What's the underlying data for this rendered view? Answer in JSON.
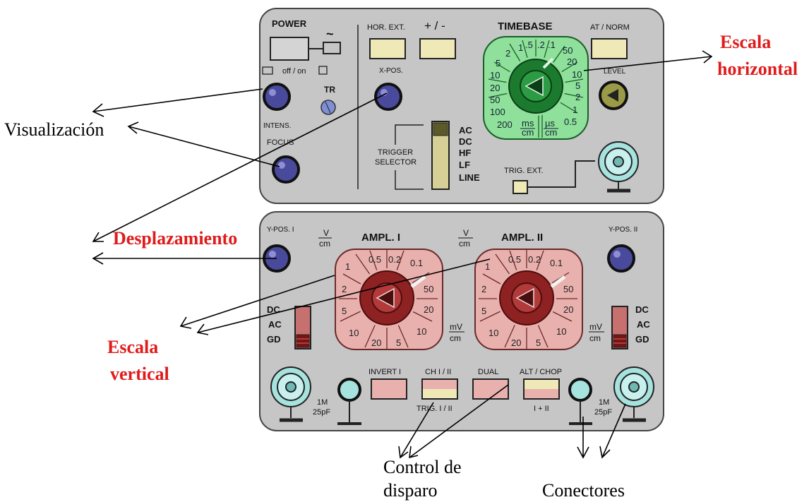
{
  "top_panel": {
    "power": "POWER",
    "off_on": "off / on",
    "tilde": "~",
    "tr": "TR",
    "intens": "INTENS.",
    "focus": "FOCUS",
    "hor_ext": "HOR. EXT.",
    "plus_minus": "+ / -",
    "x_pos": "X-POS.",
    "trigger_selector": [
      "TRIGGER",
      "SELECTOR"
    ],
    "trigger_modes": [
      "AC",
      "DC",
      "HF",
      "LF",
      "LINE"
    ],
    "timebase": "TIMEBASE",
    "timebase_scale": [
      "1",
      ".5",
      ".2",
      ".1",
      "50",
      "20",
      "10",
      "5",
      "2",
      "1",
      "0.5",
      "2",
      "5",
      "10",
      "20",
      "50",
      "100",
      "200"
    ],
    "ms_cm": [
      "ms",
      "cm"
    ],
    "us_cm": [
      "µs",
      "cm"
    ],
    "at_norm": "AT / NORM",
    "level": "LEVEL",
    "trig_ext": "TRIG. EXT."
  },
  "bottom_panel": {
    "y_pos_1": "Y-POS. I",
    "y_pos_2": "Y-POS. II",
    "v_cm": [
      "V",
      "cm"
    ],
    "ampl_1": "AMPL. I",
    "ampl_2": "AMPL. II",
    "ampl_scale": [
      "1",
      "0.5",
      "0.2",
      "0.1",
      "2",
      "50",
      "5",
      "20",
      "10",
      "20",
      "5",
      "10"
    ],
    "mv_cm": [
      "mV",
      "cm"
    ],
    "coupling": [
      "DC",
      "AC",
      "GD"
    ],
    "invert_1": "INVERT I",
    "ch_1_2": "CH I / II",
    "trig_1_2": "TRIG. I / II",
    "dual": "DUAL",
    "alt_chop": "ALT / CHOP",
    "i_plus_ii": "I + II",
    "impedance": [
      "1M",
      "25pF"
    ]
  },
  "annotations": {
    "visualizacion": "Visualización",
    "desplazamiento": "Desplazamiento",
    "escala_vertical": [
      "Escala",
      "vertical"
    ],
    "escala_horizontal": [
      "Escala",
      "horizontal"
    ],
    "control_disparo": [
      "Control de",
      "disparo"
    ],
    "conectores": "Conectores"
  }
}
